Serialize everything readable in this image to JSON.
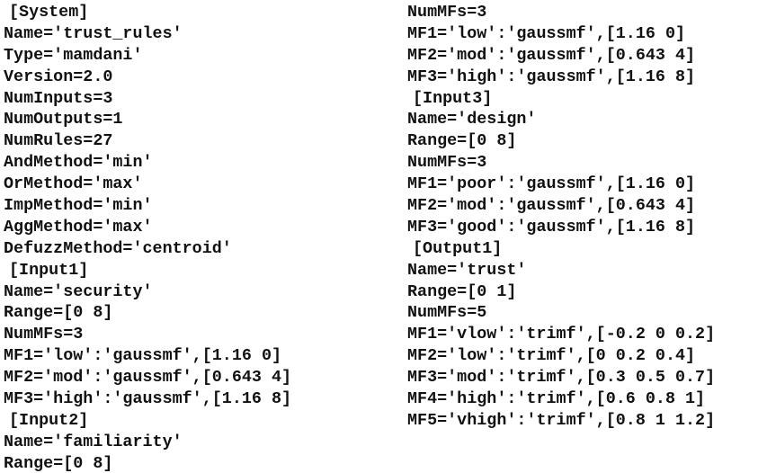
{
  "fis_file": {
    "left_column": [
      "[System]",
      "Name='trust_rules'",
      "Type='mamdani'",
      "Version=2.0",
      "NumInputs=3",
      "NumOutputs=1",
      "NumRules=27",
      "AndMethod='min'",
      "OrMethod='max'",
      "ImpMethod='min'",
      "AggMethod='max'",
      "DefuzzMethod='centroid'",
      "[Input1]",
      "Name='security'",
      "Range=[0 8]",
      "NumMFs=3",
      "MF1='low':'gaussmf',[1.16 0]",
      "MF2='mod':'gaussmf',[0.643 4]",
      "MF3='high':'gaussmf',[1.16 8]",
      "[Input2]",
      "Name='familiarity'",
      "Range=[0 8]"
    ],
    "right_column": [
      "NumMFs=3",
      "MF1='low':'gaussmf',[1.16 0]",
      "MF2='mod':'gaussmf',[0.643 4]",
      "MF3='high':'gaussmf',[1.16 8]",
      "[Input3]",
      "Name='design'",
      "Range=[0 8]",
      "NumMFs=3",
      "MF1='poor':'gaussmf',[1.16 0]",
      "MF2='mod':'gaussmf',[0.643 4]",
      "MF3='good':'gaussmf',[1.16 8]",
      "[Output1]",
      "Name='trust'",
      "Range=[0 1]",
      "NumMFs=5",
      "MF1='vlow':'trimf',[-0.2 0 0.2]",
      "MF2='low':'trimf',[0 0.2 0.4]",
      "MF3='mod':'trimf',[0.3 0.5 0.7]",
      "MF4='high':'trimf',[0.6 0.8 1]",
      "MF5='vhigh':'trimf',[0.8 1 1.2]"
    ]
  }
}
